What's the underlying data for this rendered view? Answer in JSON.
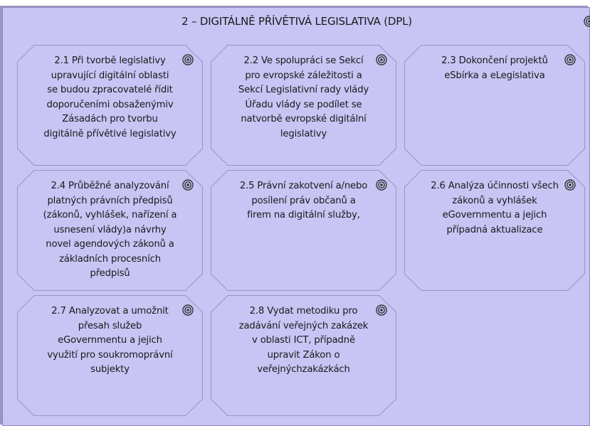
{
  "panel": {
    "title": "2 – DIGITÁLNĚ PŘÍVĚTIVÁ LEGISLATIVA (DPL)",
    "icon": "target-icon"
  },
  "cards": [
    {
      "text": "2.1 Při tvorbě legislativy\nupravující digitální oblasti\nse budou zpracovatelé řídit\ndoporučeními obsaženýmiv\nZásadách pro tvorbu\ndigitálně přívětivé legislativy",
      "icon": "target-icon"
    },
    {
      "text": "2.2 Ve spolupráci se Sekcí\npro evropské záležitosti a\nSekcí Legislativní rady vlády\nÚřadu vlády se podílet se\nnatvorbě evropské digitální\nlegislativy",
      "icon": "target-icon"
    },
    {
      "text": "2.3 Dokončení projektů\neSbírka a eLegislativa",
      "icon": "target-icon"
    },
    {
      "text": "2.4 Průběžné analyzování\nplatných právních předpisů\n(zákonů, vyhlášek, nařízení a\nusnesení vlády)a návrhy\nnovel agendových zákonů a\nzákladních procesních\npředpisů",
      "icon": "target-icon"
    },
    {
      "text": "2.5 Právní zakotvení a/nebo\nposílení práv občanů a\nfirem na digitální služby,",
      "icon": "target-icon"
    },
    {
      "text": "2.6 Analýza účinnosti všech\nzákonů a vyhlášek\neGovernmentu a jejich\npřípadná aktualizace",
      "icon": "target-icon"
    },
    {
      "text": "2.7 Analyzovat a umožnit\npřesah služeb\neGovernmentu a jejich\nvyužití pro soukromoprávní\nsubjekty",
      "icon": "target-icon"
    },
    {
      "text": "2.8 Vydat metodiku pro\nzadávání veřejných zakázek\nv oblasti ICT, případně\nupravit Zákon o\nveřejnýchzakázkách",
      "icon": "target-icon"
    }
  ],
  "colors": {
    "panel_fill": "#c8c4f4",
    "card_border": "#9894c4",
    "text": "#1a1a1a"
  }
}
